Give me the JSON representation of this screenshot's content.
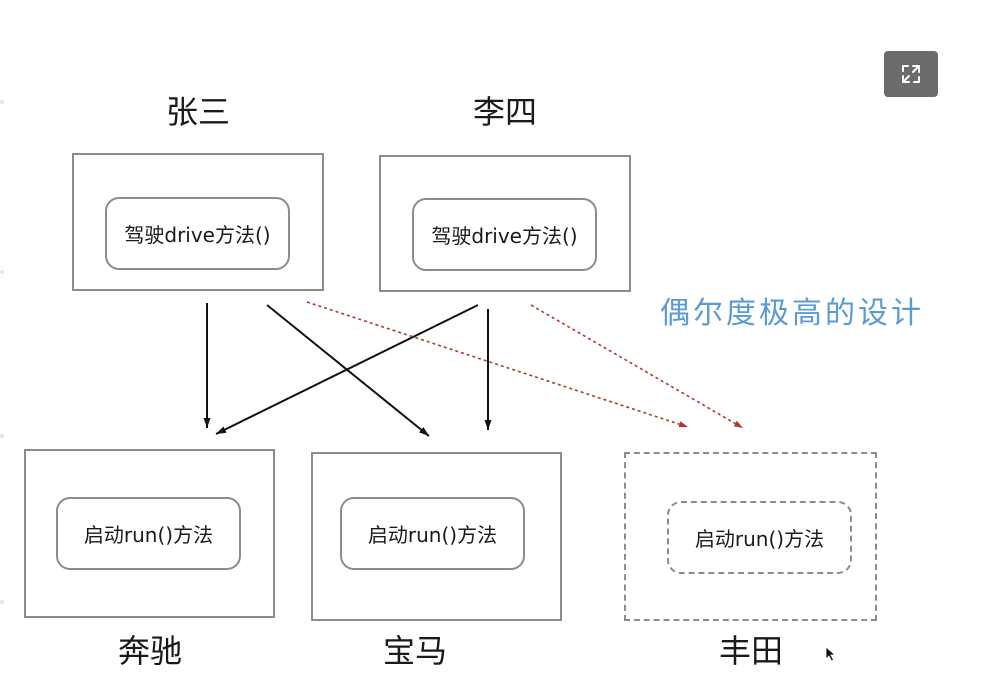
{
  "expand_button": {
    "icon": "expand-icon"
  },
  "cursor_icon": "mouse-pointer-icon",
  "drivers": [
    {
      "name": "张三",
      "method": "驾驶drive方法()"
    },
    {
      "name": "李四",
      "method": "驾驶drive方法()"
    }
  ],
  "cars": [
    {
      "name": "奔驰",
      "method": "启动run()方法",
      "dashed": false
    },
    {
      "name": "宝马",
      "method": "启动run()方法",
      "dashed": false
    },
    {
      "name": "丰田",
      "method": "启动run()方法",
      "dashed": true
    }
  ],
  "annotation": "偶尔度极高的设计",
  "arrows": [
    {
      "from": 0,
      "to": 0,
      "dashed": false
    },
    {
      "from": 0,
      "to": 1,
      "dashed": false
    },
    {
      "from": 1,
      "to": 0,
      "dashed": false
    },
    {
      "from": 1,
      "to": 1,
      "dashed": false
    },
    {
      "from": 0,
      "to": 2,
      "dashed": true
    },
    {
      "from": 1,
      "to": 2,
      "dashed": true
    }
  ],
  "colors": {
    "box_border": "#8c8c8c",
    "annotation": "#5b9bd5",
    "button_bg": "#6b6b6b",
    "text": "#1a1a1a",
    "solid_arrow": "#111111",
    "coupling_arrow": "#b03a2e"
  }
}
